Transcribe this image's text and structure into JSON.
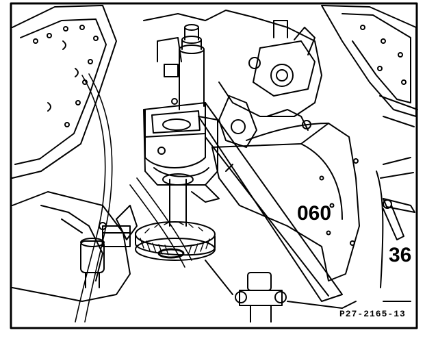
{
  "figure": {
    "labels": {
      "part_060": "060",
      "part_36": "36",
      "reference": "P27-2165-13"
    },
    "colors": {
      "ink": "#000000",
      "paper": "#ffffff"
    }
  }
}
